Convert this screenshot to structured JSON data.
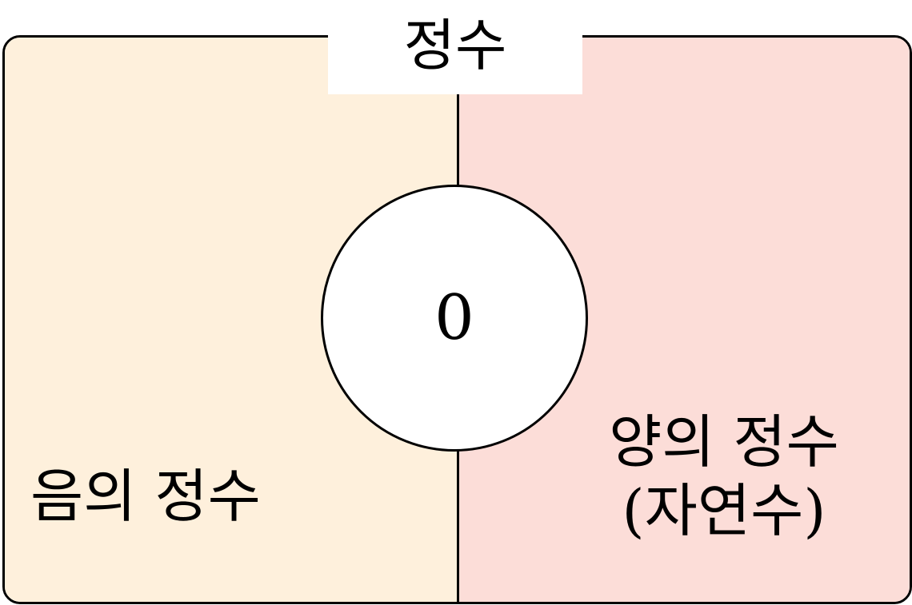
{
  "title": "정수",
  "regions": {
    "negative": {
      "label": "음의 정수",
      "color": "#FEF0DC"
    },
    "positive": {
      "label_line1": "양의 정수",
      "label_line2": "(자연수)",
      "color": "#FCDDD8"
    },
    "zero": {
      "label": "0",
      "color": "#FFFFFF"
    }
  }
}
